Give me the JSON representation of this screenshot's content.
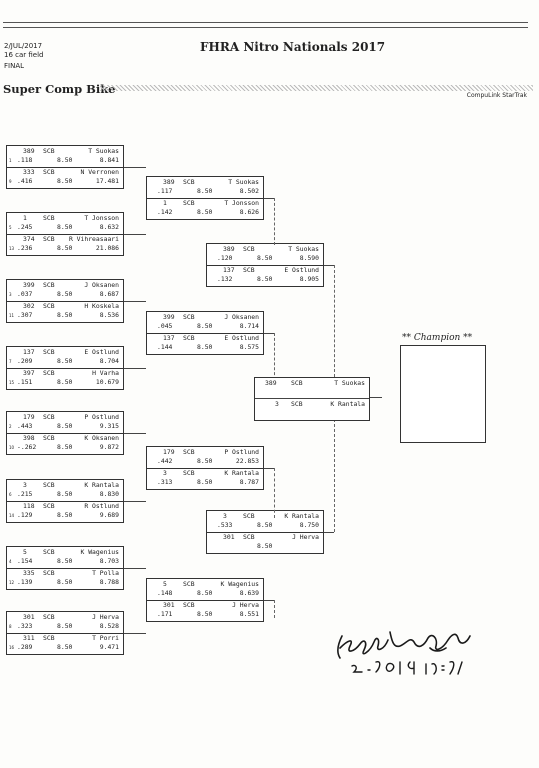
{
  "header": {
    "date": "2/JUL/2017",
    "field": "16 car field",
    "round": "FINAL",
    "title": "FHRA Nitro Nationals 2017",
    "class_name": "Super Comp Bike",
    "brand": "CompuLink StarTrak"
  },
  "round1": [
    {
      "top": {
        "num": "389",
        "cls": "SCB",
        "name": "T Suokas",
        "seed": "1",
        "rt": ".118",
        "dial": "8.50",
        "et": "8.841"
      },
      "bot": {
        "num": "333",
        "cls": "SCB",
        "name": "N Verronen",
        "seed": "9",
        "rt": ".416",
        "dial": "8.50",
        "et": "17.481"
      }
    },
    {
      "top": {
        "num": "1",
        "cls": "SCB",
        "name": "T Jonsson",
        "seed": "5",
        "rt": ".245",
        "dial": "8.50",
        "et": "8.632"
      },
      "bot": {
        "num": "374",
        "cls": "SCB",
        "name": "R Vihreasaari",
        "seed": "13",
        "rt": ".236",
        "dial": "8.50",
        "et": "21.086"
      }
    },
    {
      "top": {
        "num": "399",
        "cls": "SCB",
        "name": "J Oksanen",
        "seed": "3",
        "rt": ".037",
        "dial": "8.50",
        "et": "8.687"
      },
      "bot": {
        "num": "302",
        "cls": "SCB",
        "name": "H Koskela",
        "seed": "11",
        "rt": ".307",
        "dial": "8.50",
        "et": "8.536"
      }
    },
    {
      "top": {
        "num": "137",
        "cls": "SCB",
        "name": "E Ostlund",
        "seed": "7",
        "rt": ".209",
        "dial": "8.50",
        "et": "8.704"
      },
      "bot": {
        "num": "397",
        "cls": "SCB",
        "name": "H Varha",
        "seed": "15",
        "rt": ".151",
        "dial": "8.50",
        "et": "10.679"
      }
    },
    {
      "top": {
        "num": "179",
        "cls": "SCB",
        "name": "P Ostlund",
        "seed": "2",
        "rt": ".443",
        "dial": "8.50",
        "et": "9.315"
      },
      "bot": {
        "num": "398",
        "cls": "SCB",
        "name": "K Oksanen",
        "seed": "10",
        "rt": "-.262",
        "dial": "8.50",
        "et": "9.872"
      }
    },
    {
      "top": {
        "num": "3",
        "cls": "SCB",
        "name": "K Rantala",
        "seed": "6",
        "rt": ".215",
        "dial": "8.50",
        "et": "8.830"
      },
      "bot": {
        "num": "118",
        "cls": "SCB",
        "name": "R Ostlund",
        "seed": "14",
        "rt": ".129",
        "dial": "8.50",
        "et": "9.689"
      }
    },
    {
      "top": {
        "num": "5",
        "cls": "SCB",
        "name": "K Wagenius",
        "seed": "4",
        "rt": ".154",
        "dial": "8.50",
        "et": "8.703"
      },
      "bot": {
        "num": "335",
        "cls": "SCB",
        "name": "T Polla",
        "seed": "12",
        "rt": ".139",
        "dial": "8.50",
        "et": "8.788"
      }
    },
    {
      "top": {
        "num": "301",
        "cls": "SCB",
        "name": "J Herva",
        "seed": "8",
        "rt": ".323",
        "dial": "8.50",
        "et": "8.528"
      },
      "bot": {
        "num": "311",
        "cls": "SCB",
        "name": "T Porri",
        "seed": "16",
        "rt": ".289",
        "dial": "8.50",
        "et": "9.471"
      }
    }
  ],
  "round2": [
    {
      "top": {
        "num": "389",
        "cls": "SCB",
        "name": "T Suokas",
        "rt": ".117",
        "dial": "8.50",
        "et": "8.502"
      },
      "bot": {
        "num": "1",
        "cls": "SCB",
        "name": "T Jonsson",
        "rt": ".142",
        "dial": "8.50",
        "et": "8.626"
      }
    },
    {
      "top": {
        "num": "399",
        "cls": "SCB",
        "name": "J Oksanen",
        "rt": ".045",
        "dial": "8.50",
        "et": "8.714"
      },
      "bot": {
        "num": "137",
        "cls": "SCB",
        "name": "E Ostlund",
        "rt": ".144",
        "dial": "8.50",
        "et": "8.575"
      }
    },
    {
      "top": {
        "num": "179",
        "cls": "SCB",
        "name": "P Ostlund",
        "rt": ".442",
        "dial": "8.50",
        "et": "22.853"
      },
      "bot": {
        "num": "3",
        "cls": "SCB",
        "name": "K Rantala",
        "rt": ".313",
        "dial": "8.50",
        "et": "8.787"
      }
    },
    {
      "top": {
        "num": "5",
        "cls": "SCB",
        "name": "K Wagenius",
        "rt": ".148",
        "dial": "8.50",
        "et": "8.639"
      },
      "bot": {
        "num": "301",
        "cls": "SCB",
        "name": "J Herva",
        "rt": ".171",
        "dial": "8.50",
        "et": "8.551"
      }
    }
  ],
  "semis": [
    {
      "top": {
        "num": "389",
        "cls": "SCB",
        "name": "T Suokas",
        "rt": ".120",
        "dial": "8.50",
        "et": "8.590"
      },
      "bot": {
        "num": "137",
        "cls": "SCB",
        "name": "E Ostlund",
        "rt": ".132",
        "dial": "8.50",
        "et": "8.905"
      }
    },
    {
      "top": {
        "num": "3",
        "cls": "SCB",
        "name": "K Rantala",
        "rt": ".533",
        "dial": "8.50",
        "et": "8.750"
      },
      "bot": {
        "num": "301",
        "cls": "SCB",
        "name": "J Herva",
        "rt": "",
        "dial": "8.50",
        "et": ""
      }
    }
  ],
  "final": {
    "top": {
      "num": "389",
      "cls": "SCB",
      "name": "T Suokas"
    },
    "bot": {
      "num": "3",
      "cls": "SCB",
      "name": "K Rantala"
    }
  },
  "champion_label": "** Champion **"
}
